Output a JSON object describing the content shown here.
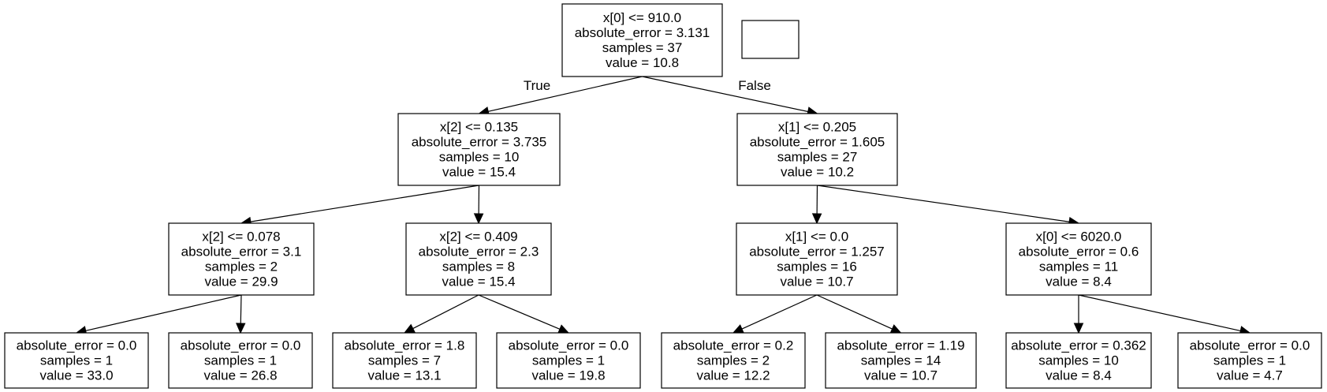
{
  "tree": {
    "nodes": [
      {
        "id": "n0",
        "lines": [
          "x[0] <= 910.0",
          "absolute_error = 3.131",
          "samples = 37",
          "value = 10.8"
        ]
      },
      {
        "id": "n1",
        "lines": [
          "x[2] <= 0.135",
          "absolute_error = 3.735",
          "samples = 10",
          "value = 15.4"
        ]
      },
      {
        "id": "n2",
        "lines": [
          "x[1] <= 0.205",
          "absolute_error = 1.605",
          "samples = 27",
          "value = 10.2"
        ]
      },
      {
        "id": "n3",
        "lines": [
          "x[2] <= 0.078",
          "absolute_error = 3.1",
          "samples = 2",
          "value = 29.9"
        ]
      },
      {
        "id": "n4",
        "lines": [
          "x[2] <= 0.409",
          "absolute_error = 2.3",
          "samples = 8",
          "value = 15.4"
        ]
      },
      {
        "id": "n5",
        "lines": [
          "x[1] <= 0.0",
          "absolute_error = 1.257",
          "samples = 16",
          "value = 10.7"
        ]
      },
      {
        "id": "n6",
        "lines": [
          "x[0] <= 6020.0",
          "absolute_error = 0.6",
          "samples = 11",
          "value = 8.4"
        ]
      },
      {
        "id": "n7",
        "lines": [
          "absolute_error = 0.0",
          "samples = 1",
          "value = 33.0"
        ]
      },
      {
        "id": "n8",
        "lines": [
          "absolute_error = 0.0",
          "samples = 1",
          "value = 26.8"
        ]
      },
      {
        "id": "n9",
        "lines": [
          "absolute_error = 1.8",
          "samples = 7",
          "value = 13.1"
        ]
      },
      {
        "id": "n10",
        "lines": [
          "absolute_error = 0.0",
          "samples = 1",
          "value = 19.8"
        ]
      },
      {
        "id": "n11",
        "lines": [
          "absolute_error = 0.2",
          "samples = 2",
          "value = 12.2"
        ]
      },
      {
        "id": "n12",
        "lines": [
          "absolute_error = 1.19",
          "samples = 14",
          "value = 10.7"
        ]
      },
      {
        "id": "n13",
        "lines": [
          "absolute_error = 0.362",
          "samples = 10",
          "value = 8.4"
        ]
      },
      {
        "id": "n14",
        "lines": [
          "absolute_error = 0.0",
          "samples = 1",
          "value = 4.7"
        ]
      }
    ],
    "edges": [
      {
        "from": "n0",
        "to": "n1",
        "label": "True"
      },
      {
        "from": "n0",
        "to": "n2",
        "label": "False"
      },
      {
        "from": "n1",
        "to": "n3",
        "label": ""
      },
      {
        "from": "n1",
        "to": "n4",
        "label": ""
      },
      {
        "from": "n2",
        "to": "n5",
        "label": ""
      },
      {
        "from": "n2",
        "to": "n6",
        "label": ""
      },
      {
        "from": "n3",
        "to": "n7",
        "label": ""
      },
      {
        "from": "n3",
        "to": "n8",
        "label": ""
      },
      {
        "from": "n4",
        "to": "n9",
        "label": ""
      },
      {
        "from": "n4",
        "to": "n10",
        "label": ""
      },
      {
        "from": "n5",
        "to": "n11",
        "label": ""
      },
      {
        "from": "n5",
        "to": "n12",
        "label": ""
      },
      {
        "from": "n6",
        "to": "n13",
        "label": ""
      },
      {
        "from": "n6",
        "to": "n14",
        "label": ""
      }
    ]
  }
}
